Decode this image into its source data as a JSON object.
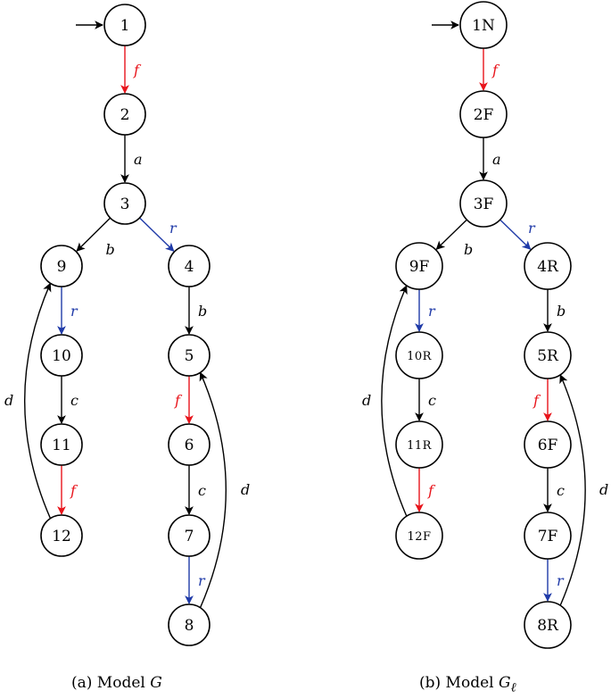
{
  "colors": {
    "f": "#e8141b",
    "r": "#1f3aa8",
    "default": "#000000"
  },
  "panels": [
    {
      "id": "a",
      "caption_prefix": "(a) Model",
      "caption_model": "G",
      "caption_subscript": "",
      "nodes": [
        {
          "id": "1",
          "label": "1"
        },
        {
          "id": "2",
          "label": "2"
        },
        {
          "id": "3",
          "label": "3"
        },
        {
          "id": "9",
          "label": "9"
        },
        {
          "id": "4",
          "label": "4"
        },
        {
          "id": "10",
          "label": "10"
        },
        {
          "id": "5",
          "label": "5"
        },
        {
          "id": "11",
          "label": "11"
        },
        {
          "id": "6",
          "label": "6"
        },
        {
          "id": "12",
          "label": "12"
        },
        {
          "id": "7",
          "label": "7"
        },
        {
          "id": "8",
          "label": "8"
        }
      ],
      "edges": [
        {
          "from": "1",
          "to": "2",
          "label": "f"
        },
        {
          "from": "2",
          "to": "3",
          "label": "a"
        },
        {
          "from": "3",
          "to": "9",
          "label": "b"
        },
        {
          "from": "3",
          "to": "4",
          "label": "r"
        },
        {
          "from": "9",
          "to": "10",
          "label": "r"
        },
        {
          "from": "10",
          "to": "11",
          "label": "c"
        },
        {
          "from": "11",
          "to": "12",
          "label": "f"
        },
        {
          "from": "12",
          "to": "9",
          "label": "d"
        },
        {
          "from": "4",
          "to": "5",
          "label": "b"
        },
        {
          "from": "5",
          "to": "6",
          "label": "f"
        },
        {
          "from": "6",
          "to": "7",
          "label": "c"
        },
        {
          "from": "7",
          "to": "8",
          "label": "r"
        },
        {
          "from": "8",
          "to": "5",
          "label": "d"
        }
      ]
    },
    {
      "id": "b",
      "caption_prefix": "(b) Model",
      "caption_model": "G",
      "caption_subscript": "ℓ",
      "nodes": [
        {
          "id": "1",
          "label": "1N"
        },
        {
          "id": "2",
          "label": "2F"
        },
        {
          "id": "3",
          "label": "3F"
        },
        {
          "id": "9",
          "label": "9F"
        },
        {
          "id": "4",
          "label": "4R"
        },
        {
          "id": "10",
          "label": "10R"
        },
        {
          "id": "5",
          "label": "5R"
        },
        {
          "id": "11",
          "label": "11R"
        },
        {
          "id": "6",
          "label": "6F"
        },
        {
          "id": "12",
          "label": "12F"
        },
        {
          "id": "7",
          "label": "7F"
        },
        {
          "id": "8",
          "label": "8R"
        }
      ],
      "edges": [
        {
          "from": "1",
          "to": "2",
          "label": "f"
        },
        {
          "from": "2",
          "to": "3",
          "label": "a"
        },
        {
          "from": "3",
          "to": "9",
          "label": "b"
        },
        {
          "from": "3",
          "to": "4",
          "label": "r"
        },
        {
          "from": "9",
          "to": "10",
          "label": "r"
        },
        {
          "from": "10",
          "to": "11",
          "label": "c"
        },
        {
          "from": "11",
          "to": "12",
          "label": "f"
        },
        {
          "from": "12",
          "to": "9",
          "label": "d"
        },
        {
          "from": "4",
          "to": "5",
          "label": "b"
        },
        {
          "from": "5",
          "to": "6",
          "label": "f"
        },
        {
          "from": "6",
          "to": "7",
          "label": "c"
        },
        {
          "from": "7",
          "to": "8",
          "label": "r"
        },
        {
          "from": "8",
          "to": "5",
          "label": "d"
        }
      ]
    }
  ]
}
